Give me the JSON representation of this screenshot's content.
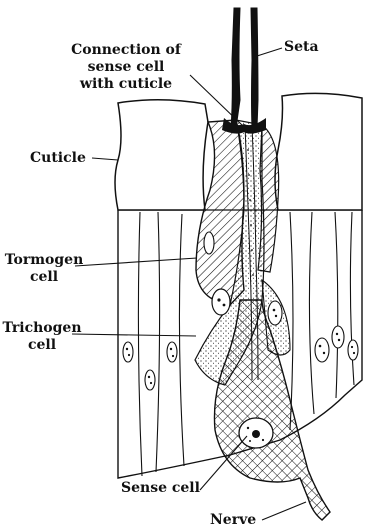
{
  "labels": {
    "connection": "Connection of\nsense cell\nwith cuticle",
    "seta": "Seta",
    "cuticle": "Cuticle",
    "tormogen": "Tormogen\ncell",
    "trichogen": "Trichogen\ncell",
    "sense_cell": "Sense cell",
    "nerve": "Nerve"
  },
  "colors": {
    "ink": "#111111",
    "paper": "#ffffff"
  }
}
